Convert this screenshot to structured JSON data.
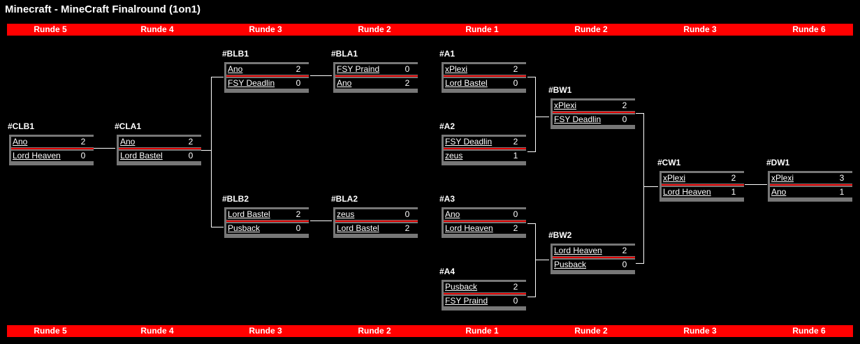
{
  "title": "Minecraft - MineCraft Finalround (1on1)",
  "rounds": [
    "Runde 5",
    "Runde 4",
    "Runde 3",
    "Runde 2",
    "Runde 1",
    "Runde 2",
    "Runde 3",
    "Runde 6"
  ],
  "colors": {
    "bar": "#ff0000",
    "separator": "#e00000",
    "frame": "#777777"
  },
  "matches": {
    "CLB1": {
      "id": "#CLB1",
      "p1": "Ano",
      "s1": "2",
      "p2": "Lord Heaven",
      "s2": "0"
    },
    "CLA1": {
      "id": "#CLA1",
      "p1": "Ano",
      "s1": "2",
      "p2": "Lord Bastel",
      "s2": "0"
    },
    "BLB1": {
      "id": "#BLB1",
      "p1": "Ano",
      "s1": "2",
      "p2": "FSY Deadlin",
      "s2": "0"
    },
    "BLB2": {
      "id": "#BLB2",
      "p1": "Lord Bastel",
      "s1": "2",
      "p2": "Pusback",
      "s2": "0"
    },
    "BLA1": {
      "id": "#BLA1",
      "p1": "FSY Praind",
      "s1": "0",
      "p2": "Ano",
      "s2": "2"
    },
    "BLA2": {
      "id": "#BLA2",
      "p1": "zeus",
      "s1": "0",
      "p2": "Lord Bastel",
      "s2": "2"
    },
    "A1": {
      "id": "#A1",
      "p1": "xPlexi",
      "s1": "2",
      "p2": "Lord Bastel",
      "s2": "0"
    },
    "A2": {
      "id": "#A2",
      "p1": "FSY Deadlin",
      "s1": "2",
      "p2": "zeus",
      "s2": "1"
    },
    "A3": {
      "id": "#A3",
      "p1": "Ano",
      "s1": "0",
      "p2": "Lord Heaven",
      "s2": "2"
    },
    "A4": {
      "id": "#A4",
      "p1": "Pusback",
      "s1": "2",
      "p2": "FSY Praind",
      "s2": "0"
    },
    "BW1": {
      "id": "#BW1",
      "p1": "xPlexi",
      "s1": "2",
      "p2": "FSY Deadlin",
      "s2": "0"
    },
    "BW2": {
      "id": "#BW2",
      "p1": "Lord Heaven",
      "s1": "2",
      "p2": "Pusback",
      "s2": "0"
    },
    "CW1": {
      "id": "#CW1",
      "p1": "xPlexi",
      "s1": "2",
      "p2": "Lord Heaven",
      "s2": "1"
    },
    "DW1": {
      "id": "#DW1",
      "p1": "xPlexi",
      "s1": "3",
      "p2": "Ano",
      "s2": "1"
    }
  }
}
